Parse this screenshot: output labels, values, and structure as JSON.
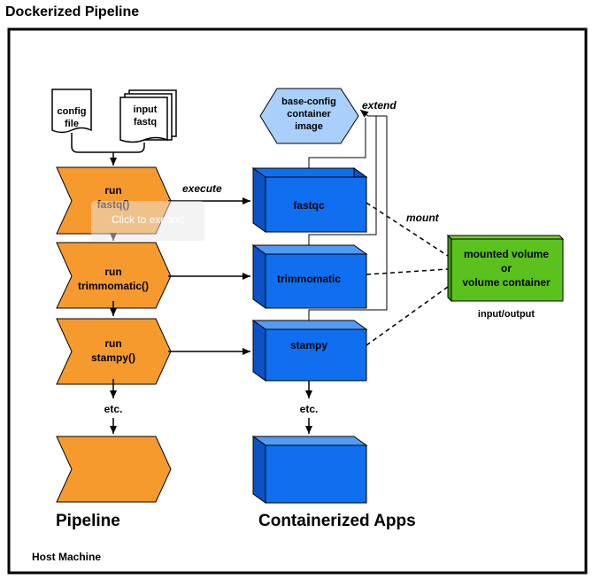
{
  "title": "Dockerized Pipeline",
  "host_label": "Host Machine",
  "inputs": {
    "config": [
      "config",
      "file"
    ],
    "fastq": [
      "input",
      "fastq"
    ]
  },
  "pipeline": {
    "heading": "Pipeline",
    "steps": [
      [
        "run",
        "fastq()"
      ],
      [
        "run",
        "trimmomatic()"
      ],
      [
        "run",
        "stampy()"
      ]
    ],
    "etc": "etc."
  },
  "apps": {
    "heading": "Containerized Apps",
    "base_image": [
      "base-config",
      "container",
      "image"
    ],
    "containers": [
      "fastqc",
      "trimmomatic",
      "stampy"
    ],
    "etc": "etc."
  },
  "volume": {
    "lines": [
      "mounted volume",
      "or",
      "volume container"
    ],
    "caption": "input/output"
  },
  "edge_labels": {
    "execute": "execute",
    "extend": "extend",
    "mount": "mount"
  },
  "overlay": {
    "label": "Click to expand"
  },
  "colors": {
    "pipeline_fill": "#f79a2e",
    "container_front": "#0f6fef",
    "container_top": "#4f9bf6",
    "container_side": "#0b52c4",
    "base_image": "#a9d0fb",
    "volume_front": "#5bc21d",
    "volume_side": "#3d9a10"
  }
}
